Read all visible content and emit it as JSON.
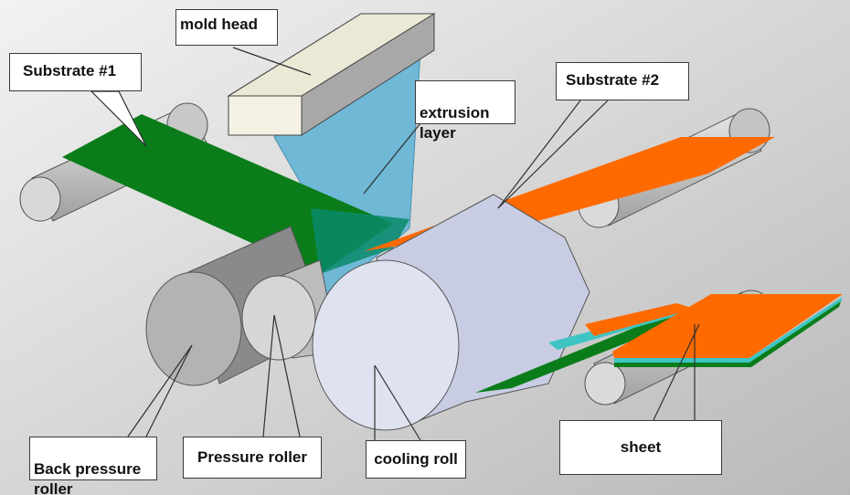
{
  "diagram": {
    "labels": {
      "mold_head": "mold head",
      "substrate_1": "Substrate #1",
      "extrusion_layer": "extrusion\nlayer",
      "substrate_2": "Substrate #2",
      "back_pressure_roller": "Back pressure\nroller",
      "pressure_roller": "Pressure roller",
      "cooling_roll": "cooling roll",
      "sheet": "sheet"
    },
    "colors": {
      "background_light": "#f2f2f2",
      "background_dark": "#b9b9b9",
      "substrate_1": "#0a7d1a",
      "substrate_2": "#ff6a00",
      "extrusion": "#6fb8d6",
      "cooling_roll": "#ccd1e6",
      "mold_head": "#f0eddd",
      "roller_gray": "#b0b0b0",
      "roller_dark": "#8a8a8a"
    }
  }
}
